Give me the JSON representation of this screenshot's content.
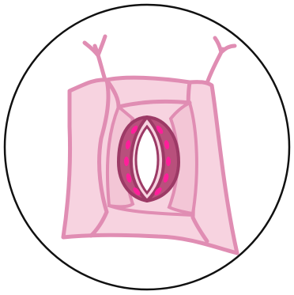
{
  "diagram": {
    "colors": {
      "background": "#ffffff",
      "circle_outline": "#111111",
      "cell_fill": "#f7d3e0",
      "cell_wall": "#e08db3",
      "subsidiary_fill": "#f3c6d6",
      "guard_cell_fill": "#b8507c",
      "guard_cell_inner": "#9c3a66",
      "chloroplast": "#ff1f9a",
      "pore": "#ffffff"
    },
    "elements": [
      "epidermal-cells",
      "subsidiary-cells",
      "guard-cells",
      "chloroplasts",
      "stomatal-pore"
    ]
  }
}
